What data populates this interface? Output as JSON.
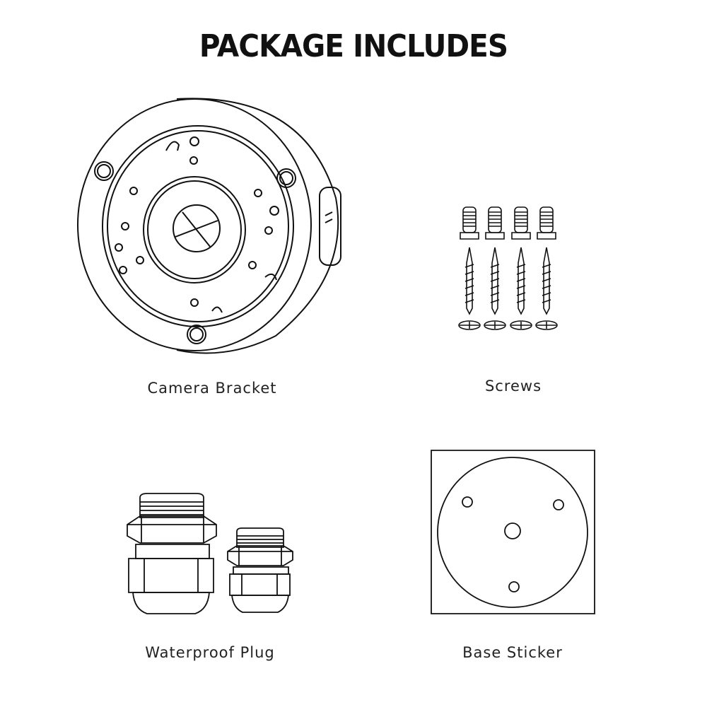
{
  "page": {
    "title": "PACKAGE INCLUDES"
  },
  "items": [
    {
      "label": "Camera Bracket",
      "icon": "camera-bracket-illustration"
    },
    {
      "label": "Screws",
      "icon": "screws-illustration"
    },
    {
      "label": "Waterproof Plug",
      "icon": "waterproof-plug-illustration"
    },
    {
      "label": "Base Sticker",
      "icon": "base-sticker-illustration"
    }
  ],
  "colors": {
    "line": "#111111",
    "background": "#ffffff"
  }
}
